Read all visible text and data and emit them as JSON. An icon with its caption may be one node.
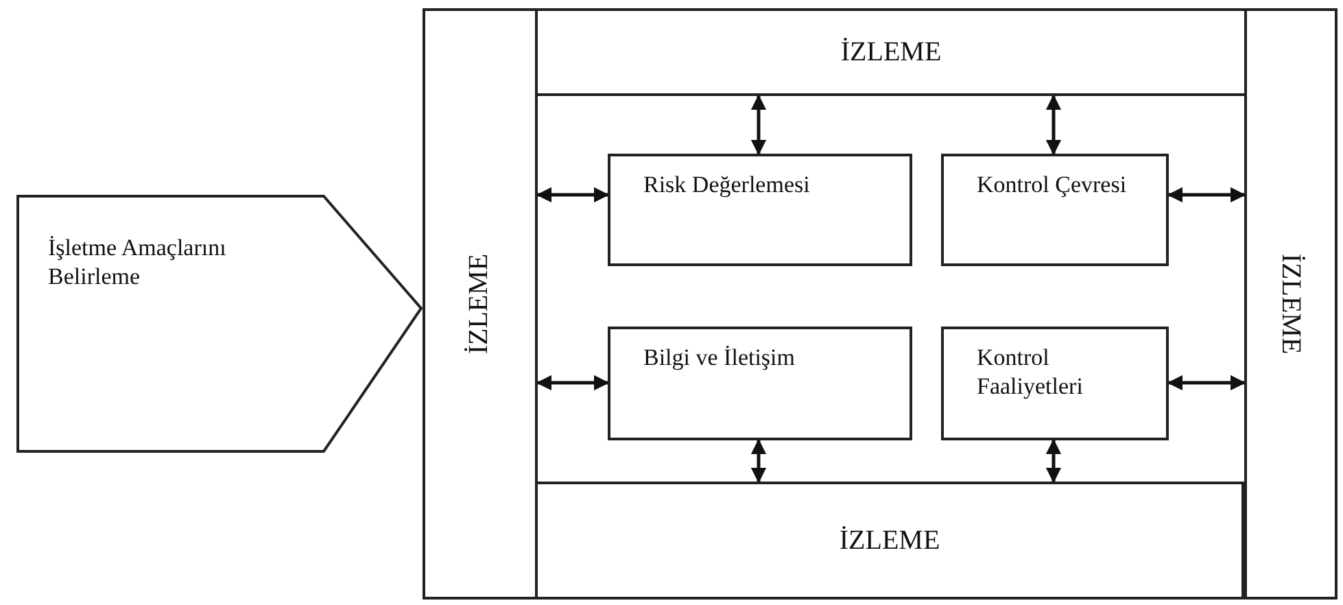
{
  "diagram": {
    "nodes": [
      {
        "text": [
          "İşletme Amaçlarını Belirleme"
        ]
      },
      {
        "text": [
          "İZLEME"
        ]
      },
      {
        "text": [
          "İZLEME"
        ]
      },
      {
        "text": [
          "İZLEME"
        ]
      },
      {
        "text": [
          "İZLEME"
        ]
      },
      {
        "text": [
          "Risk Değerlemesi"
        ]
      },
      {
        "text": [
          "Kontrol Çevresi"
        ]
      },
      {
        "text": [
          "Bilgi ve İletişim"
        ]
      },
      {
        "text": [
          "Kontrol Faaliyetleri"
        ]
      }
    ],
    "edges": [
      {
        "from": 2,
        "to": 5,
        "arrow": "both"
      },
      {
        "from": 2,
        "to": 6,
        "arrow": "both"
      },
      {
        "from": 1,
        "to": 5,
        "arrow": "both"
      },
      {
        "from": 6,
        "to": 3,
        "arrow": "both"
      },
      {
        "from": 1,
        "to": 7,
        "arrow": "both"
      },
      {
        "from": 8,
        "to": 3,
        "arrow": "both"
      },
      {
        "from": 7,
        "to": 4,
        "arrow": "both"
      },
      {
        "from": 8,
        "to": 4,
        "arrow": "both"
      }
    ]
  }
}
